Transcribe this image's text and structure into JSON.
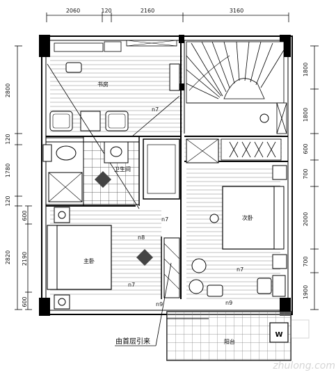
{
  "dimensions_top": [
    "2060",
    "120",
    "2160",
    "3160"
  ],
  "dimensions_left": [
    "2800",
    "120",
    "1780",
    "120",
    "600",
    "2190",
    "2820",
    "600"
  ],
  "dimensions_right": [
    "1800",
    "1800",
    "600",
    "700",
    "2000",
    "700",
    "1900"
  ],
  "rooms": {
    "study": "书房",
    "bathroom": "卫生间",
    "second_bedroom": "次卧",
    "master_bedroom": "主卧",
    "balcony": "阳台"
  },
  "annotations": {
    "from_first_floor": "由首层引来",
    "tags": [
      "n7",
      "n7",
      "n8",
      "n7",
      "n7",
      "n9",
      "n9"
    ],
    "appliance": "W"
  },
  "watermark": "zhulong.com"
}
